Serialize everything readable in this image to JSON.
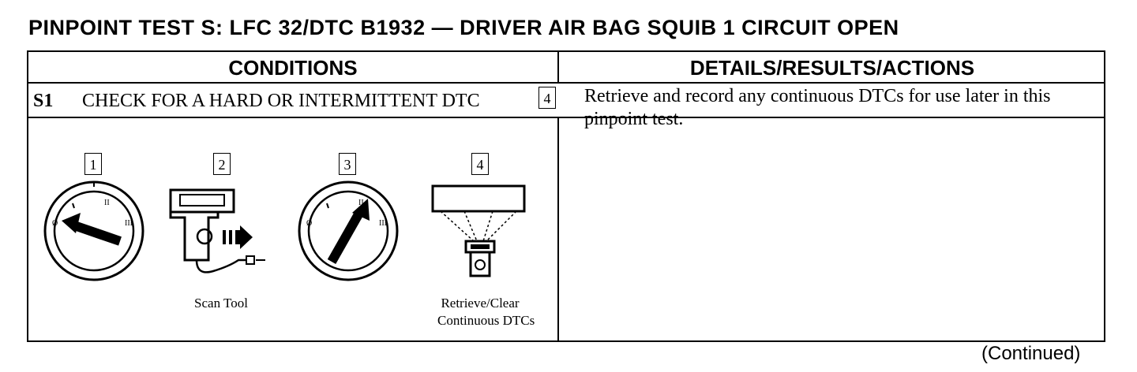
{
  "title": "PINPOINT TEST S: LFC 32/DTC B1932 — DRIVER AIR BAG SQUIB 1 CIRCUIT OPEN",
  "headers": {
    "conditions": "CONDITIONS",
    "details": "DETAILS/RESULTS/ACTIONS"
  },
  "step": {
    "id": "S1",
    "title": "CHECK FOR A HARD OR INTERMITTENT DTC"
  },
  "illustrations": [
    {
      "number": "1",
      "icon": "ignition-off-icon",
      "caption": ""
    },
    {
      "number": "2",
      "icon": "scan-tool-icon",
      "caption": "Scan Tool"
    },
    {
      "number": "3",
      "icon": "ignition-run-icon",
      "caption": ""
    },
    {
      "number": "4",
      "icon": "scan-tool-display-icon",
      "caption_line1": "Retrieve/Clear",
      "caption_line2": "Continuous DTCs"
    }
  ],
  "action": {
    "number": "4",
    "text": "Retrieve and record any continuous DTCs for use later in this pinpoint test."
  },
  "footer": {
    "continued": "(Continued)"
  }
}
